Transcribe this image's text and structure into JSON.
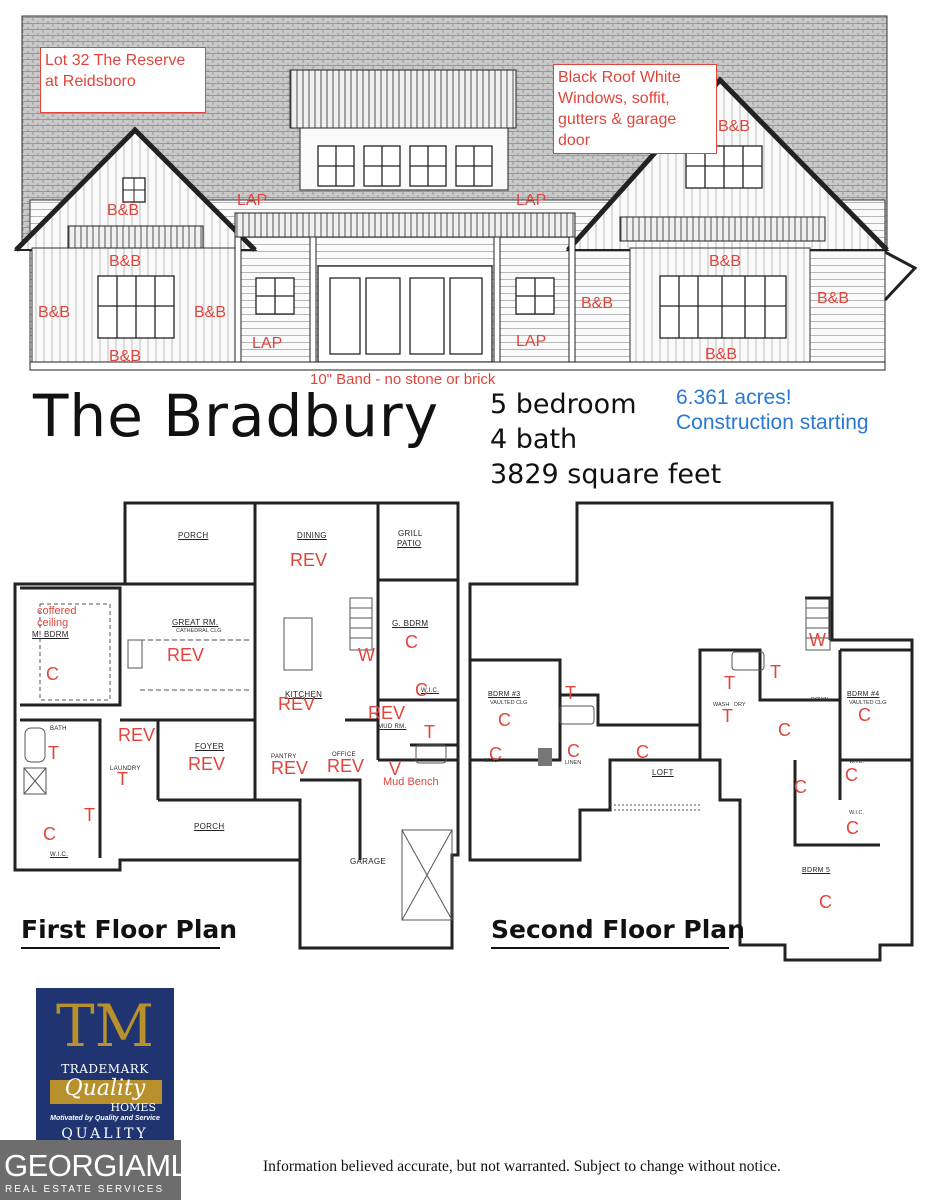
{
  "lot_note": "Lot 32 The Reserve at Reidsboro",
  "roof_note": "Black Roof White Windows, soffit, gutters & garage door",
  "elevation_labels": {
    "bb": "B&B",
    "lap": "LAP",
    "band": "10\" Band - no stone or brick"
  },
  "plan_title": "The Bradbury",
  "specs": {
    "bedrooms": "5 bedroom",
    "baths": "4 bath",
    "sqft": "3829 square feet"
  },
  "promo": {
    "acres": "6.361 acres!",
    "status": "Construction starting"
  },
  "first_floor": {
    "title": "First Floor Plan",
    "rooms": {
      "porch_rear": "PORCH",
      "dining": "DINING",
      "grill": "GRILL",
      "patio": "PATIO",
      "great_rm": "GREAT RM.",
      "cathedral": "CATHEDRAL CLG",
      "m_bdrm": "M. BDRM",
      "g_bdrm": "G. BDRM",
      "kitchen": "KITCHEN",
      "bath": "BATH",
      "laundry": "LAUNDRY",
      "foyer": "FOYER",
      "pantry": "PANTRY",
      "office": "OFFICE",
      "mud_rm": "MUD RM.",
      "wic": "W.I.C.",
      "porch_front": "PORCH",
      "garage": "GARAGE"
    },
    "annotations": {
      "coffered": "coffered ceiling",
      "rev": "REV",
      "c": "C",
      "t": "T",
      "w": "W",
      "v": "V",
      "mud_bench": "Mud Bench"
    }
  },
  "second_floor": {
    "title": "Second Floor Plan",
    "rooms": {
      "bdrm3": "BDRM #3",
      "bdrm4": "BDRM #4",
      "bdrm5": "BDRM  5",
      "loft": "LOFT",
      "vaulted": "VAULTED CLG",
      "wic": "W.I.C.",
      "linen": "LINEN",
      "wash": "WASH",
      "dry": "DRY",
      "down": "DOWN"
    },
    "annotations": {
      "c": "C",
      "t": "T",
      "w": "W"
    }
  },
  "logos": {
    "tm": "TM",
    "trademark": "TRADEMARK",
    "quality": "Quality",
    "homes": "HOMES",
    "motto": "Motivated by Quality and Service",
    "quality_caps": "QUALITY",
    "georgia_mls": "GEORGIAMLS",
    "res": "REAL ESTATE SERVICES"
  },
  "disclaimer": "Information believed accurate, but not warranted. Subject to change without notice.",
  "colors": {
    "annotation_red": "#e0453c",
    "promo_blue": "#2a78d6",
    "logo_navy": "#1f3470",
    "logo_gold": "#b8902c"
  }
}
